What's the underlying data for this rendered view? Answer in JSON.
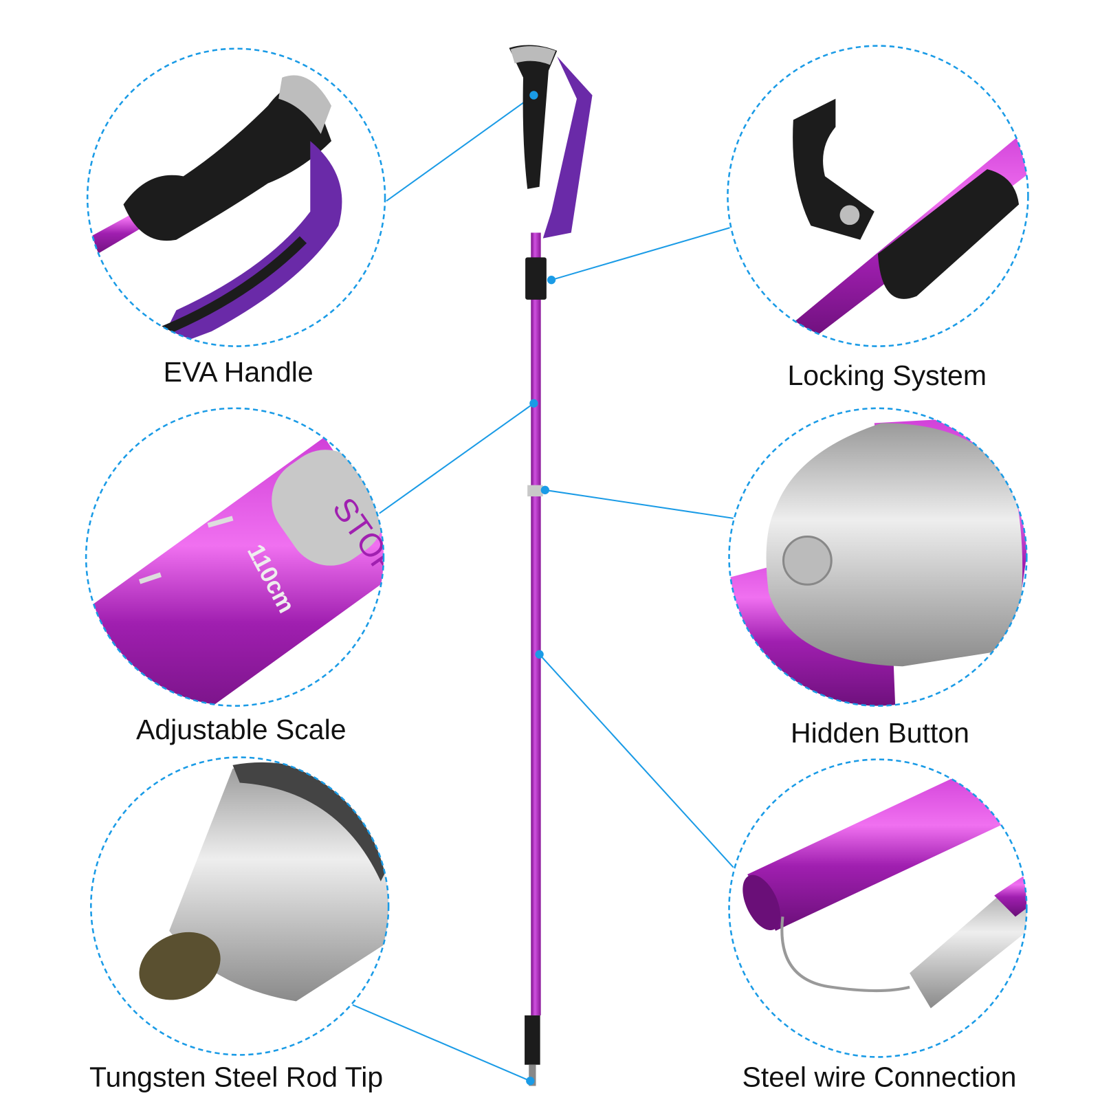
{
  "features": [
    {
      "id": "eva-handle",
      "label": "EVA Handle"
    },
    {
      "id": "locking-system",
      "label": "Locking System"
    },
    {
      "id": "adjustable-scale",
      "label": "Adjustable Scale",
      "detail_text": "STOP",
      "scale_mark": "110cm"
    },
    {
      "id": "hidden-button",
      "label": "Hidden Button"
    },
    {
      "id": "tungsten-tip",
      "label": "Tungsten Steel Rod Tip"
    },
    {
      "id": "steel-wire",
      "label": "Steel wire Connection"
    }
  ],
  "colors": {
    "callout_line": "#1a9be6",
    "pole_purple": "#a020b0",
    "strap_purple": "#6a2aa8",
    "handle_black": "#1c1c1c",
    "metal_silver": "#bdbdbd"
  }
}
